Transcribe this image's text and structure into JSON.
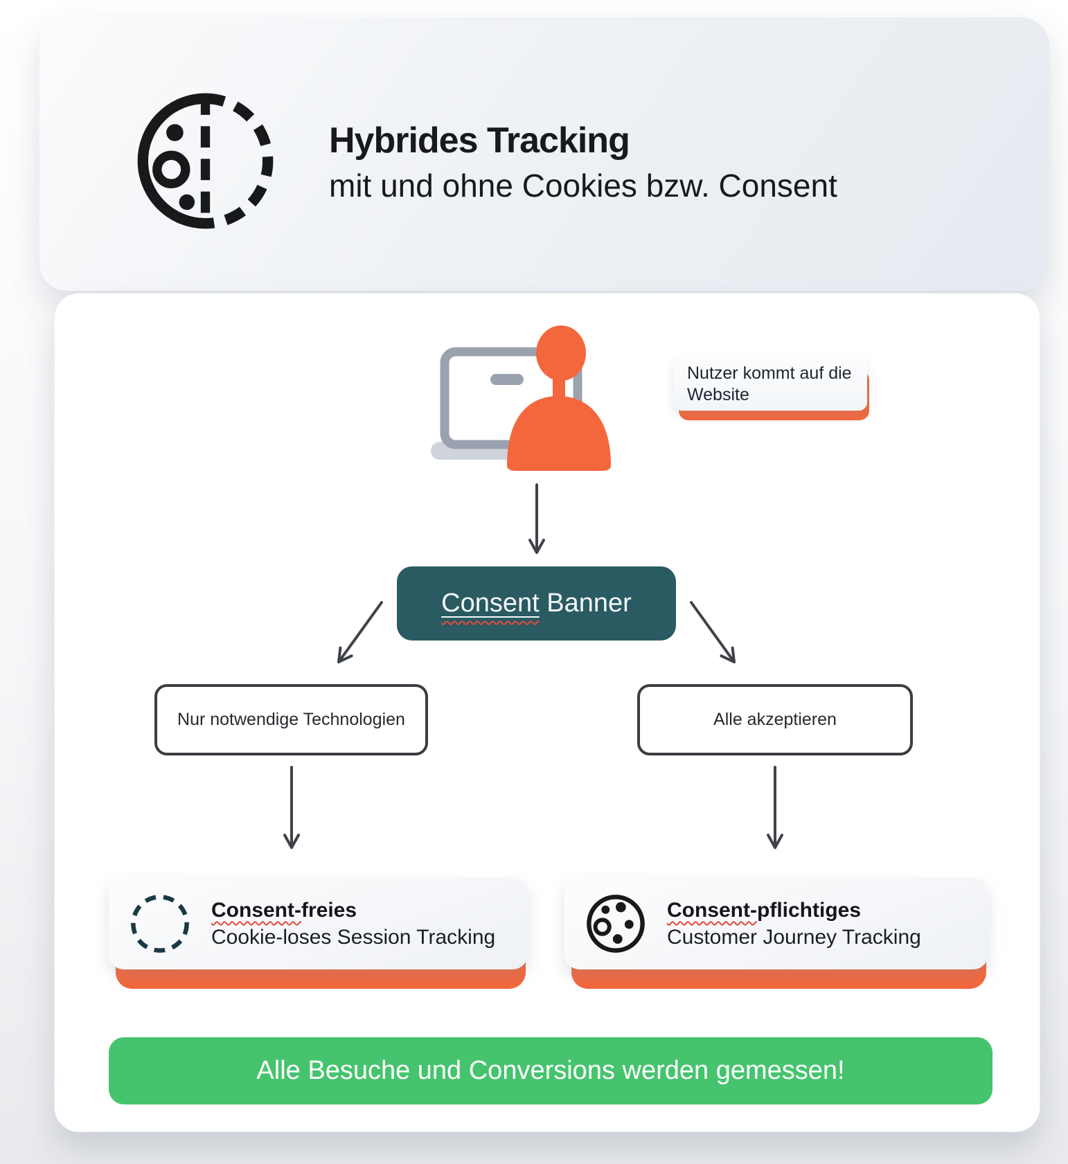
{
  "header": {
    "icon": "half-dashed-cookie-icon",
    "title": "Hybrides Tracking",
    "subtitle": "mit und ohne Cookies bzw. Consent"
  },
  "flow": {
    "hero_icon": "laptop-user-icon",
    "user_label": "Nutzer kommt auf die Website",
    "consent_banner": {
      "word": "Consent",
      "rest": " Banner"
    },
    "options": {
      "left": "Nur notwendige Technologien",
      "right": "Alle akzeptieren"
    },
    "results": {
      "left": {
        "icon": "dashed-circle-icon",
        "title_prefix": "Consent-",
        "title_rest": "freies",
        "subtitle": "Cookie-loses Session Tracking"
      },
      "right": {
        "icon": "cookie-icon",
        "title_prefix": "Consent-",
        "title_rest": "pflichtiges",
        "subtitle": "Customer Journey Tracking"
      }
    },
    "footer_banner": "Alle Besuche und Conversions werden gemessen!"
  },
  "colors": {
    "accent_orange": "#F4673C",
    "teal_box": "#2A5A62",
    "green_banner": "#45C46D",
    "arrow": "#3F4348",
    "squiggle_red": "#E14B39",
    "icon_dark": "#17191B"
  }
}
